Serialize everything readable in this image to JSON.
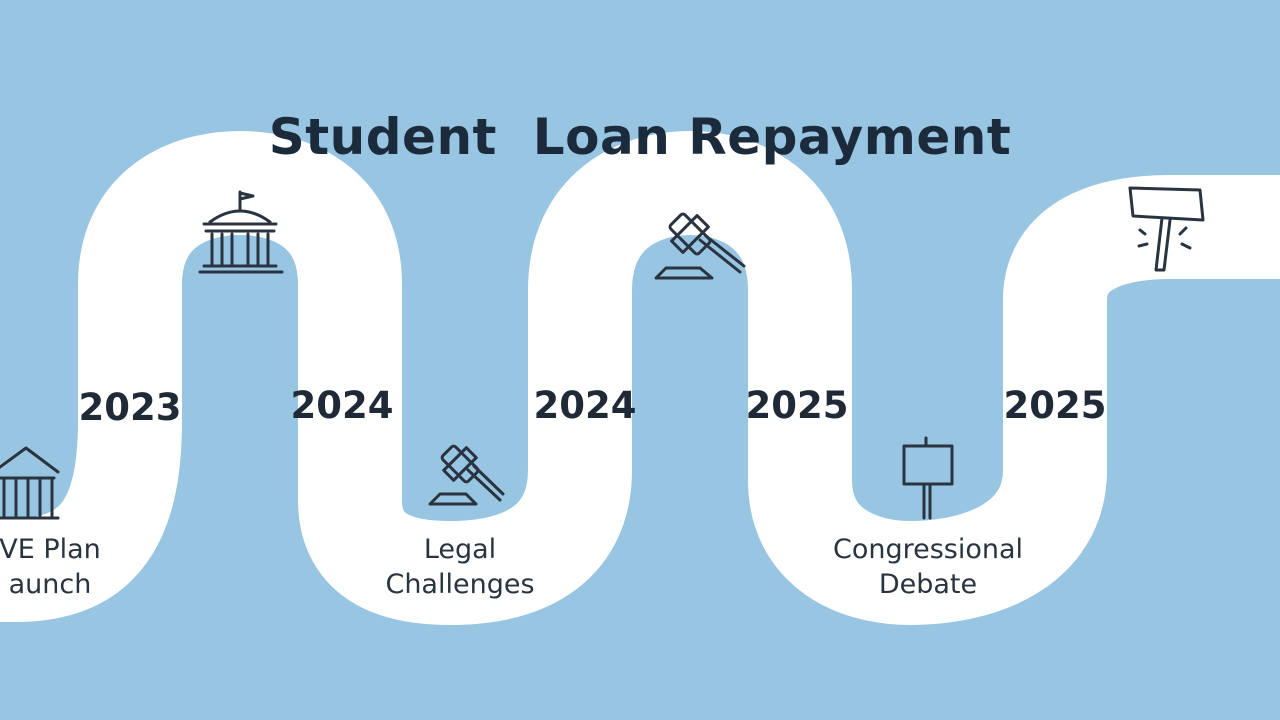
{
  "title": "Student  Loan Repayment",
  "years": [
    "2023",
    "2024",
    "2024",
    "2025",
    "2025"
  ],
  "milestones": [
    {
      "line1": "VE Plan",
      "line2": "aunch",
      "icon": "government-building-icon"
    },
    {
      "line1": "Legal",
      "line2": "Challenges",
      "icon": "gavel-icon"
    },
    {
      "line1": "Congressional",
      "line2": "Debate",
      "icon": "signpost-icon"
    }
  ],
  "top_icons": [
    "capitol-building-icon",
    "gavel-icon",
    "hammer-icon"
  ],
  "colors": {
    "background": "#98c6e2",
    "road": "#ffffff",
    "ink": "#1f2a36"
  }
}
